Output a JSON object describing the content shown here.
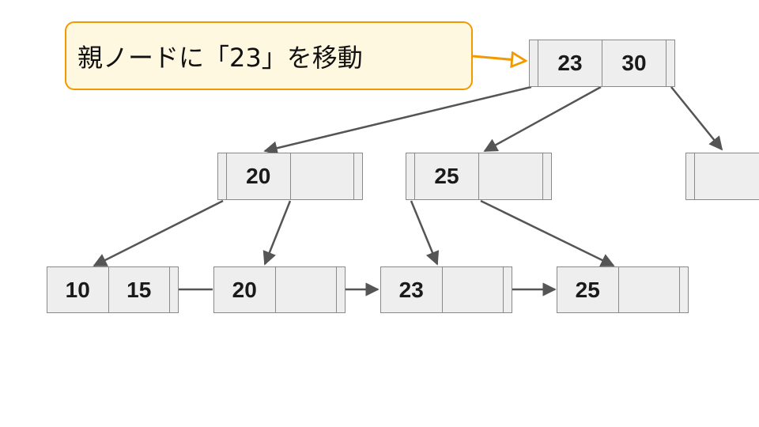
{
  "callout": {
    "text": "親ノードに「23」を移動"
  },
  "colors": {
    "accent": "#f29900",
    "edge": "#555555",
    "node_fill": "#eeeeee",
    "node_border": "#8a8a8a"
  },
  "tree": {
    "root": {
      "keys": [
        "23",
        "30"
      ]
    },
    "internal_left": {
      "keys": [
        "20",
        ""
      ]
    },
    "internal_mid": {
      "keys": [
        "25",
        ""
      ]
    },
    "internal_right": {
      "keys": [
        ""
      ]
    },
    "leaf_1": {
      "keys": [
        "10",
        "15"
      ]
    },
    "leaf_2": {
      "keys": [
        "20",
        ""
      ]
    },
    "leaf_3": {
      "keys": [
        "23",
        ""
      ]
    },
    "leaf_4": {
      "keys": [
        "25",
        ""
      ]
    }
  }
}
